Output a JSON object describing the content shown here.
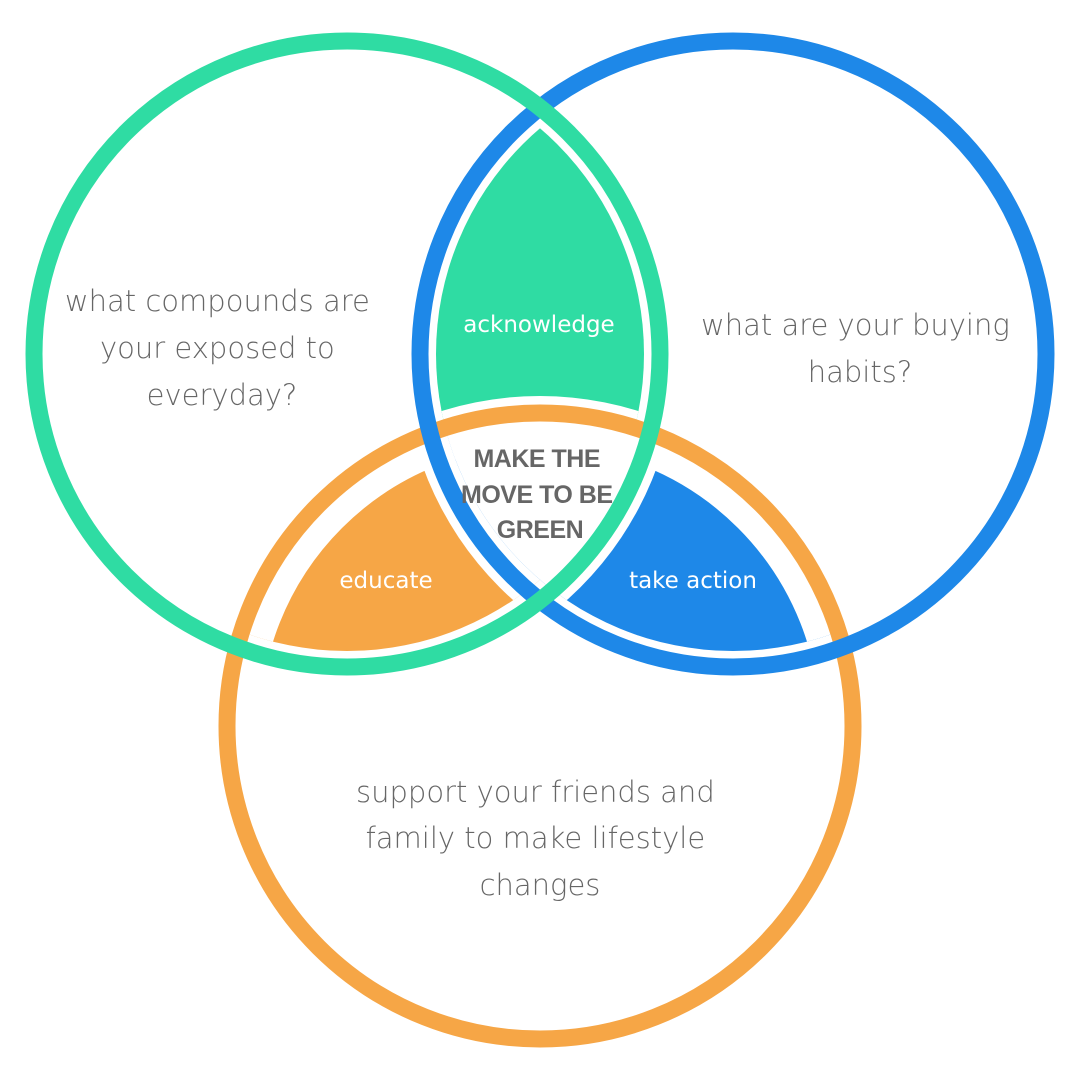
{
  "colors": {
    "green": "#2fdca3",
    "blue": "#1e88e8",
    "orange": "#f6a646",
    "text": "#666666",
    "background": "#ffffff"
  },
  "circles": {
    "green": {
      "lines": [
        "what compounds are",
        "your exposed to",
        "everyday?"
      ]
    },
    "blue": {
      "lines": [
        "what are your buying",
        "habits?"
      ]
    },
    "orange": {
      "lines": [
        "support your friends and",
        "family to make lifestyle",
        "changes"
      ]
    }
  },
  "overlaps": {
    "green_blue": "acknowledge",
    "green_orange": "educate",
    "blue_orange": "take action"
  },
  "center": {
    "lines": [
      "MAKE THE",
      "MOVE TO BE",
      "GREEN"
    ]
  }
}
